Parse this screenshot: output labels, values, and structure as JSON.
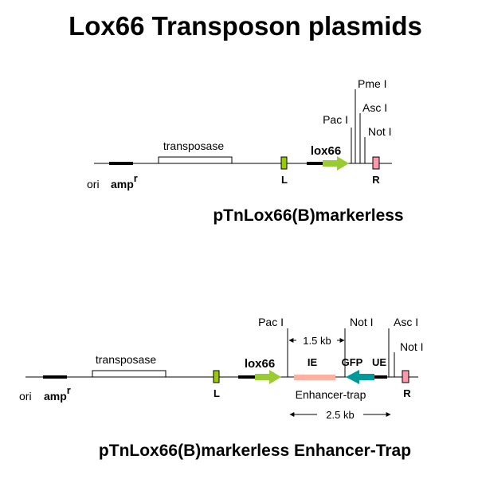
{
  "title": "Lox66 Transposon plasmids",
  "colors": {
    "loxp_site": "#99cc00",
    "lox66_arrow": "#99cc33",
    "right_end": "#ff99aa",
    "ie": "#ffb0a0",
    "gfp": "#009999"
  },
  "plasmid1": {
    "name": "pTnLox66(B)markerless",
    "ori": "ori",
    "amp": "amp",
    "amp_sup": "r",
    "transposase": "transposase",
    "L": "L",
    "lox66": "lox66",
    "R": "R",
    "sites": [
      "Pac I",
      "Pme I",
      "Asc I",
      "Not I"
    ]
  },
  "plasmid2": {
    "name": "pTnLox66(B)markerless Enhancer-Trap",
    "ori": "ori",
    "amp": "amp",
    "amp_sup": "r",
    "transposase": "transposase",
    "L": "L",
    "lox66": "lox66",
    "R": "R",
    "pac": "Pac I",
    "not1": "Not I",
    "asc": "Asc I",
    "not2": "Not I",
    "kb15": "1.5 kb",
    "kb25": "2.5 kb",
    "IE": "IE",
    "GFP": "GFP",
    "UE": "UE",
    "enhancer": "Enhancer-trap"
  }
}
